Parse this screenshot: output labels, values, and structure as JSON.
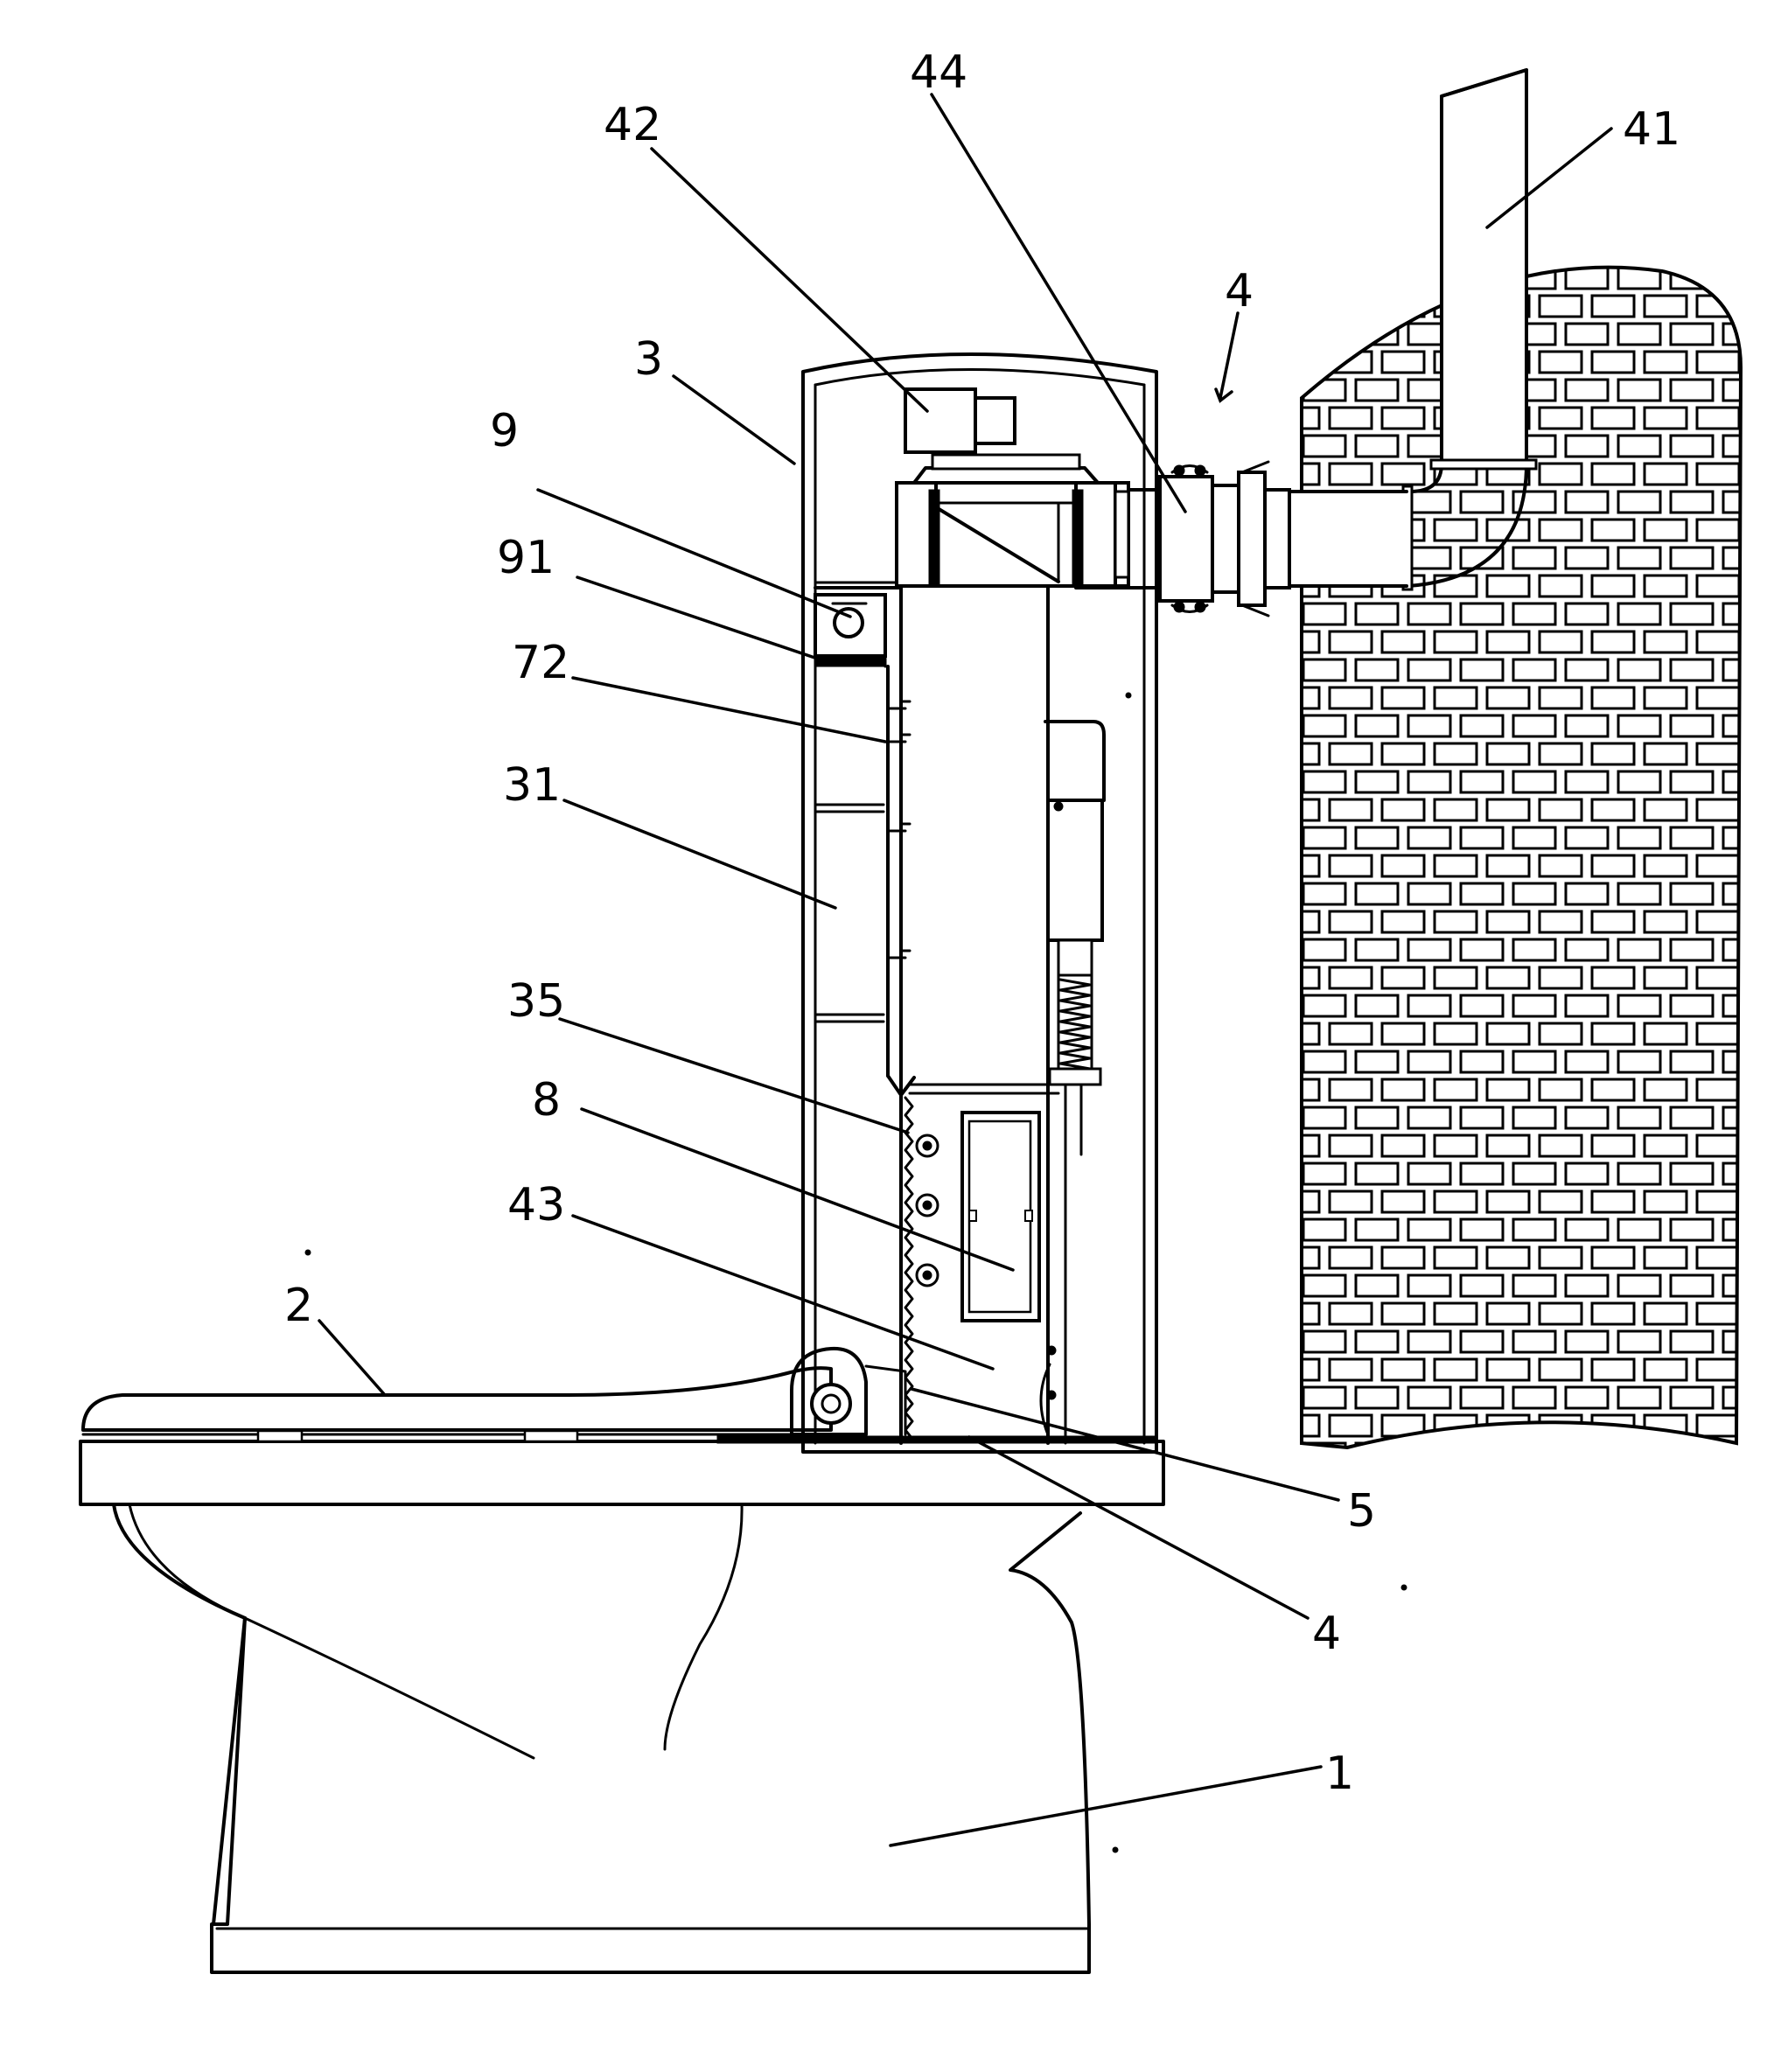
{
  "labels": {
    "l41": "41",
    "l42": "42",
    "l44": "44",
    "l4_top": "4",
    "l3": "3",
    "l9": "9",
    "l91": "91",
    "l72": "72",
    "l31": "31",
    "l35": "35",
    "l8": "8",
    "l43": "43",
    "l2": "2",
    "l5": "5",
    "l4_bottom": "4",
    "l1": "1"
  }
}
